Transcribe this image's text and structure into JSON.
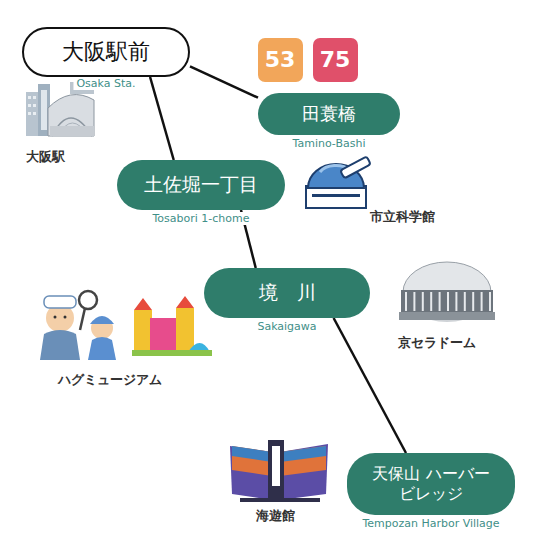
{
  "diagram": {
    "nodes": [
      {
        "text": [
          "大阪駅前",
          "Osaka Sta."
        ]
      },
      {
        "text": [
          "53"
        ]
      },
      {
        "text": [
          "75"
        ]
      },
      {
        "text": [
          "田蓑橋",
          "Tamino-Bashi"
        ]
      },
      {
        "text": [
          "土佐堀一丁目",
          "Tosabori 1-chome"
        ]
      },
      {
        "text": [
          "境　川",
          "Sakaigawa"
        ]
      },
      {
        "text": [
          "天保山 ハーバービレッジ",
          "Tempozan Harbor Village"
        ]
      }
    ],
    "edges": [
      {
        "from": 0,
        "to": 3,
        "arrow": "none"
      },
      {
        "from": 0,
        "to": 4,
        "arrow": "none"
      },
      {
        "from": 4,
        "to": 5,
        "arrow": "none"
      },
      {
        "from": 5,
        "to": 6,
        "arrow": "none"
      }
    ],
    "labels": [
      "大阪駅",
      "市立科学館",
      "京セラドーム",
      "ハグミュージアム",
      "海遊館"
    ]
  }
}
